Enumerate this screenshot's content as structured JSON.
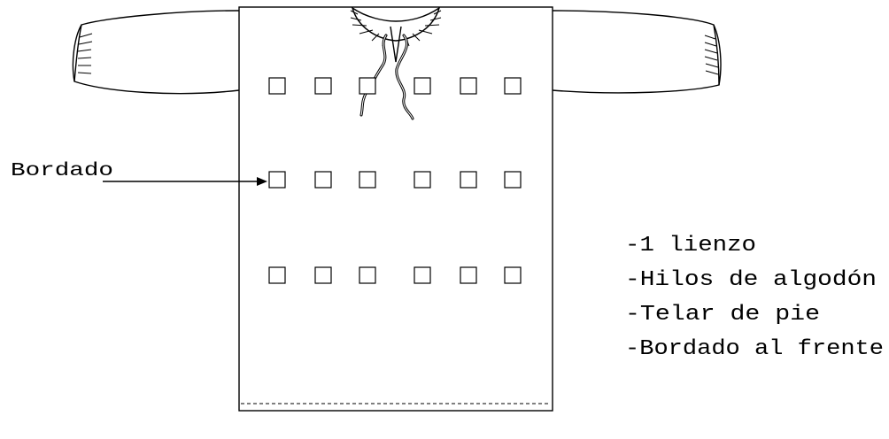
{
  "diagram": {
    "callout_label": "Bordado",
    "specs": [
      "-1 lienzo",
      "-Hilos de algodón",
      "-Telar de pie",
      "-Bordado al frente"
    ],
    "colors": {
      "stroke": "#000000",
      "background": "#ffffff"
    },
    "embroidery_grid": {
      "rows": 3,
      "columns": 6
    }
  }
}
